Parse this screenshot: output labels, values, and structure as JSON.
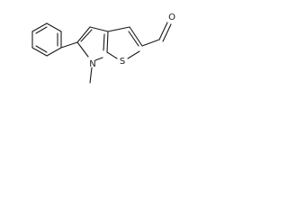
{
  "molecule": {
    "atoms": {
      "nitrogen": "N",
      "sulfur": "S",
      "oxygen": "O"
    }
  }
}
